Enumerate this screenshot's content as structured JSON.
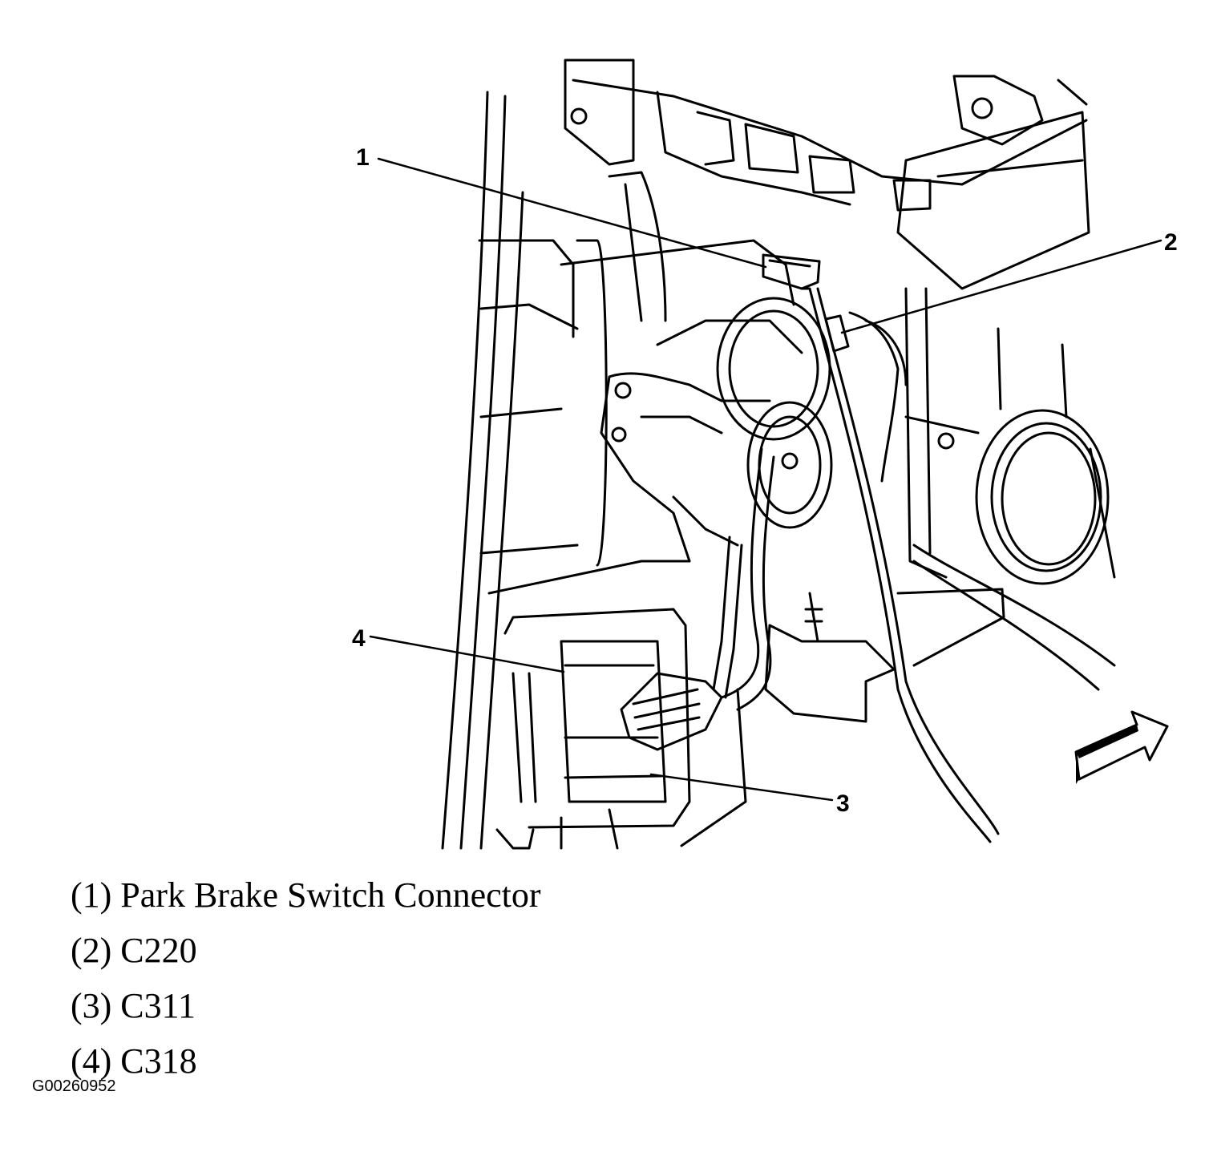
{
  "callouts": [
    {
      "number": "1"
    },
    {
      "number": "2"
    },
    {
      "number": "3"
    },
    {
      "number": "4"
    }
  ],
  "legend": [
    {
      "text": "(1) Park Brake Switch Connector"
    },
    {
      "text": "(2) C220"
    },
    {
      "text": "(3) C311"
    },
    {
      "text": "(4) C318"
    }
  ],
  "figure_id": "G00260952",
  "colors": {
    "ink": "#000000",
    "paper": "#ffffff"
  },
  "icons": [
    "direction-arrow-icon"
  ]
}
